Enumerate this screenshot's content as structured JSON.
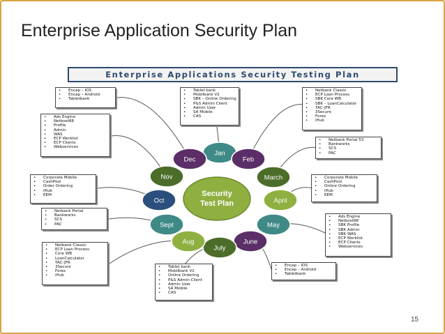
{
  "slide": {
    "title": "Enterprise Application Security Plan",
    "banner": "Enterprise Applications Security Testing Plan",
    "number": "15"
  },
  "center": {
    "line1": "Security",
    "line2": "Test Plan"
  },
  "months": [
    {
      "key": "jan",
      "label": "Jan",
      "color": "#3f8a86"
    },
    {
      "key": "feb",
      "label": "Feb",
      "color": "#5b2e68"
    },
    {
      "key": "march",
      "label": "March",
      "color": "#4c6d2a"
    },
    {
      "key": "april",
      "label": "April",
      "color": "#8fb040"
    },
    {
      "key": "may",
      "label": "May",
      "color": "#3f8a86"
    },
    {
      "key": "june",
      "label": "June",
      "color": "#5b2e68"
    },
    {
      "key": "july",
      "label": "July",
      "color": "#4c6d2a"
    },
    {
      "key": "aug",
      "label": "Aug",
      "color": "#8fb040"
    },
    {
      "key": "sept",
      "label": "Sept",
      "color": "#3f8a86"
    },
    {
      "key": "oct",
      "label": "Oct",
      "color": "#2a4f7c"
    },
    {
      "key": "nov",
      "label": "Nov",
      "color": "#4c6d2a"
    },
    {
      "key": "dec",
      "label": "Dec",
      "color": "#5b2e68"
    }
  ],
  "boxes": {
    "jan": [
      "Tablet bank",
      "Mobilbank V2",
      "SBK – Online Ordering",
      "P&S Admin Client",
      "Admin User",
      "SA Mobile",
      "CAS"
    ],
    "feb": [
      "Netbank Classic",
      "ECP Loan Process",
      "SBK Core WB",
      "SBK – LoanCalculator",
      "TAC-JFR",
      "3Secure",
      "Forex",
      "iHub"
    ],
    "march": [
      "Netbank Portal 53",
      "Bankworks",
      "SCS",
      "PAC"
    ],
    "april": [
      "Corporate Mobile",
      "CashPool",
      "Online Ordering",
      "iHub",
      "EEM"
    ],
    "may": [
      "Ads Engine",
      "Netbost88",
      "SBK Profile",
      "SBK Admin",
      "SBK WAS",
      "ECP Worklist",
      "ECP Clients",
      "Webservices"
    ],
    "june": [
      "Encap – IOS",
      "Encap – Android",
      "Tabletbank"
    ],
    "july": [
      "Tablet bank",
      "Mobilbank V2",
      "Online Ordering",
      "P&S Admin Client",
      "Admin User",
      "SA Mobile",
      "CAS"
    ],
    "aug": [
      "Netbank Classic",
      "ECP Loan Process",
      "Core WB",
      "LoanCalculator",
      "TAC-JFR",
      "3Secure",
      "Forex",
      "iHub"
    ],
    "sept": [
      "Netbank Portal",
      "Bankworks",
      "SCS",
      "PAC"
    ],
    "oct": [
      "Corporate Mobile",
      "CashPool",
      "Order Ordering",
      "iHub",
      "EEM"
    ],
    "nov": [
      "Ads Engine",
      "Netbost88",
      "Profile",
      "Admin",
      "WAS",
      "ECP Worklist",
      "ECP Clients",
      "Webservices"
    ],
    "dec": [
      "Encap – IOS",
      "Encap – Android",
      "Tabletbank"
    ]
  }
}
